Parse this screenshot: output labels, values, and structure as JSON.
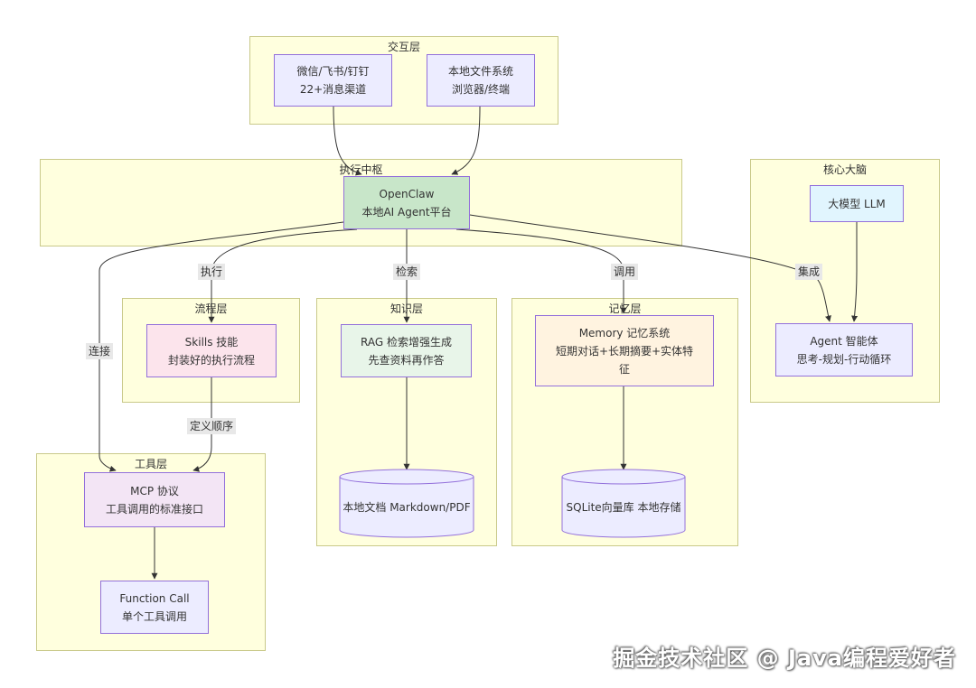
{
  "groups": {
    "interaction": "交互层",
    "exec_hub": "执行中枢",
    "core_brain": "核心大脑",
    "process": "流程层",
    "knowledge": "知识层",
    "memory": "记忆层",
    "tools": "工具层"
  },
  "nodes": {
    "wechat": {
      "line1": "微信/飞书/钉钉",
      "line2": "22+消息渠道"
    },
    "localfs": {
      "line1": "本地文件系统",
      "line2": "浏览器/终端"
    },
    "openclaw": {
      "line1": "OpenClaw",
      "line2": "本地AI Agent平台"
    },
    "llm": {
      "line1": "大模型 LLM"
    },
    "agent": {
      "line1": "Agent 智能体",
      "line2": "思考-规划-行动循环"
    },
    "skills": {
      "line1": "Skills 技能",
      "line2": "封装好的执行流程"
    },
    "rag": {
      "line1": "RAG 检索增强生成",
      "line2": "先查资料再作答"
    },
    "memory": {
      "line1": "Memory 记忆系统",
      "line2": "短期对话+长期摘要+实体特",
      "line3": "征"
    },
    "mcp": {
      "line1": "MCP 协议",
      "line2": "工具调用的标准接口"
    },
    "function_call": {
      "line1": "Function Call",
      "line2": "单个工具调用"
    },
    "local_docs": {
      "line1": "本地文档 Markdown/PDF"
    },
    "sqlite": {
      "line1": "SQLite向量库 本地存储"
    }
  },
  "edge_labels": {
    "connect": "连接",
    "execute": "执行",
    "retrieve": "检索",
    "invoke": "调用",
    "integrate": "集成",
    "define_order": "定义顺序"
  },
  "watermark": "掘金技术社区 @ Java编程爱好者",
  "colors": {
    "group_bg": "#ffffde",
    "group_border": "#c9c98a",
    "node_purple": "#ececff",
    "node_green": "#c8e6c9",
    "node_blue": "#e1f5fe",
    "node_pink": "#fce4ec",
    "node_mint": "#e8f5e9",
    "node_orange": "#fff3e0",
    "node_lavender": "#f3e5f5",
    "node_border": "#9370db",
    "edge": "#333333"
  }
}
